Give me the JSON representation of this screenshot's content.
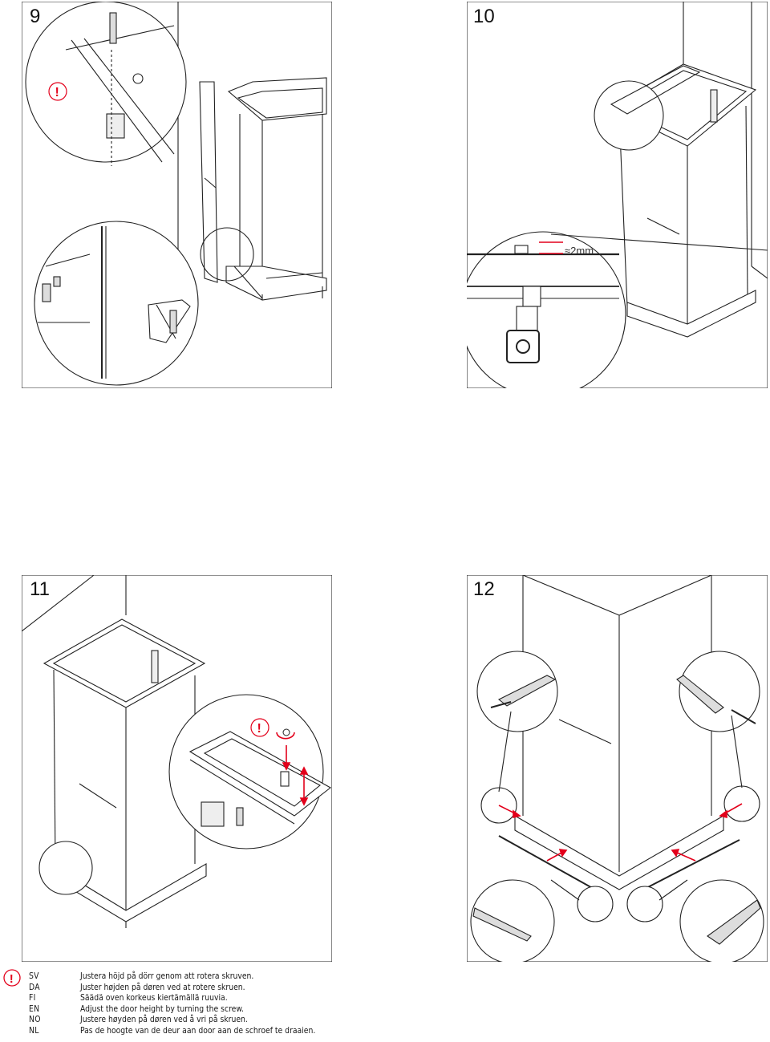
{
  "steps": [
    {
      "number": "9"
    },
    {
      "number": "10",
      "callout_text": "≈2mm"
    },
    {
      "number": "11"
    },
    {
      "number": "12"
    }
  ],
  "legend": {
    "icon": "warning-exclamation-icon",
    "accent_color": "#e3001b",
    "rows": [
      {
        "lang": "SV",
        "text": "Justera höjd på dörr genom att rotera skruven."
      },
      {
        "lang": "DA",
        "text": "Juster højden på døren ved at rotere skruen."
      },
      {
        "lang": "FI",
        "text": "Säädä oven korkeus kiertämällä ruuvia."
      },
      {
        "lang": "EN",
        "text": "Adjust the door height by turning the screw."
      },
      {
        "lang": "NO",
        "text": "Justere høyden på døren ved å vri på skruen."
      },
      {
        "lang": "NL",
        "text": "Pas de hoogte van de deur aan door aan de schroef te draaien."
      }
    ]
  }
}
